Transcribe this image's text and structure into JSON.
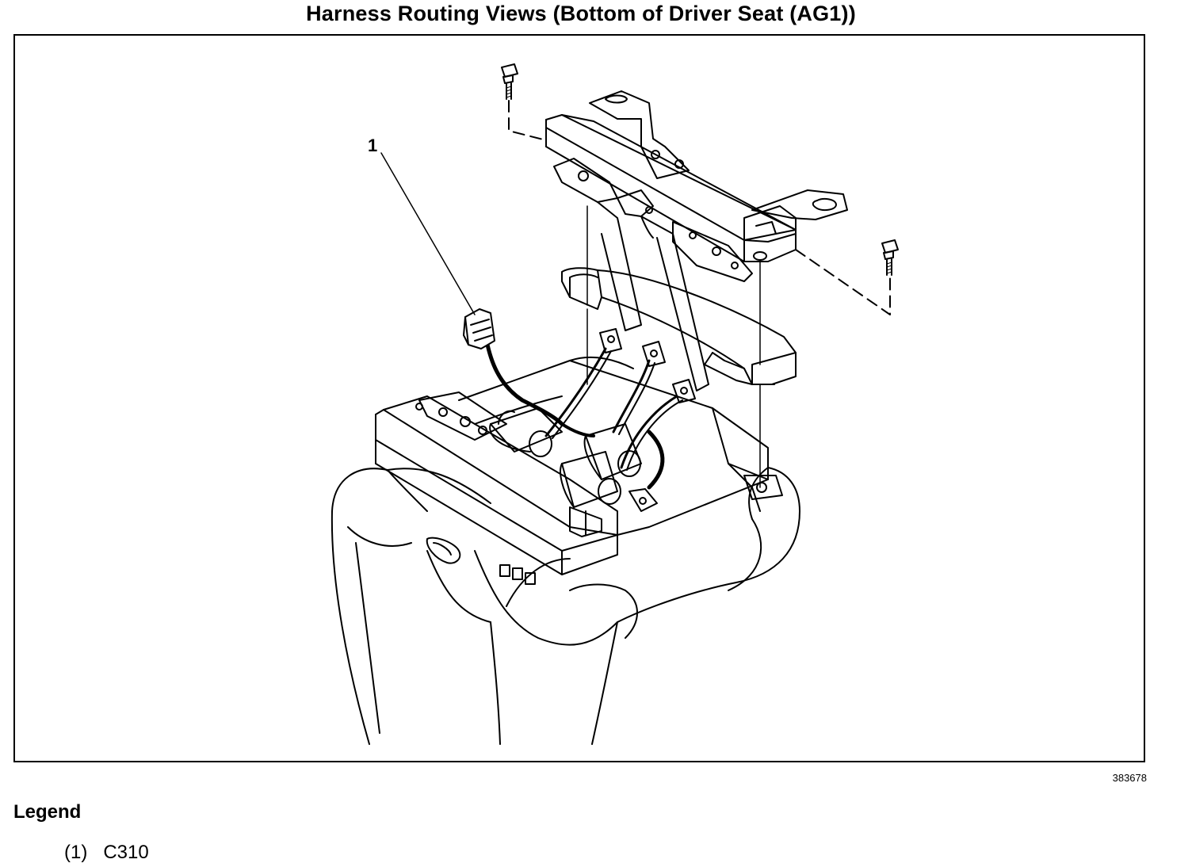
{
  "title": "Harness Routing Views (Bottom of Driver Seat (AG1))",
  "figure": {
    "callouts": [
      {
        "number": "1"
      }
    ],
    "figure_number": "383678"
  },
  "legend": {
    "heading": "Legend",
    "items": [
      {
        "number": "(1)",
        "label": "C310"
      }
    ]
  }
}
